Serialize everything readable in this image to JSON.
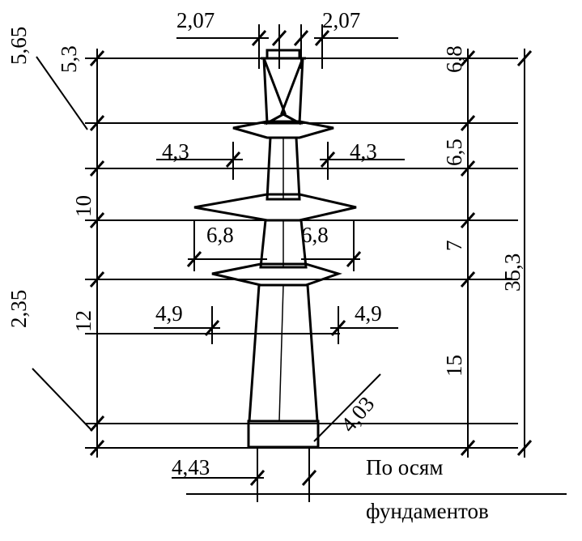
{
  "title": "Схема опоры ЛЭП — габаритные размеры",
  "drawing": {
    "type": "engineering-dimension-drawing",
    "subject": "transmission-line-tower",
    "units": "m"
  },
  "labels": {
    "top_left_width": "2,07",
    "top_right_width": "2,07",
    "left_outer_565": "5,65",
    "left_inner_53": "5,3",
    "left_10": "10",
    "left_235": "2,35",
    "left_12": "12",
    "arm1_left": "4,3",
    "arm1_right": "4,3",
    "arm2_left": "6,8",
    "arm2_right": "6,8",
    "arm3_left": "4,9",
    "arm3_right": "4,9",
    "right_68": "6,8",
    "right_65": "6,5",
    "right_7": "7",
    "right_15": "15",
    "right_total": "35,3",
    "diag_403": "4,03",
    "bottom_443": "4,43",
    "note_line1": "По осям",
    "note_line2": "фундаментов"
  },
  "dimensions": {
    "top_half_width_left": 2.07,
    "top_half_width_right": 2.07,
    "crossarm_1_half_left": 4.3,
    "crossarm_1_half_right": 4.3,
    "crossarm_2_half_left": 6.8,
    "crossarm_2_half_right": 6.8,
    "crossarm_3_half_left": 4.9,
    "crossarm_3_half_right": 4.9,
    "left_segments": [
      5.65,
      5.3,
      10,
      12,
      2.35
    ],
    "right_segments": [
      6.8,
      6.5,
      7,
      15
    ],
    "total_height": 35.3,
    "base_width": 4.43,
    "diagonal": 4.03
  },
  "colors": {
    "ink": "#000000",
    "paper": "#ffffff"
  }
}
